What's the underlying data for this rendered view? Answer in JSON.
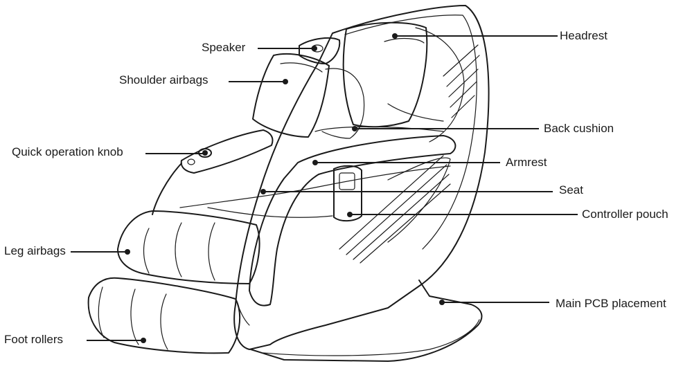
{
  "labels": {
    "speaker": "Speaker",
    "shoulder_airbags": "Shoulder airbags",
    "quick_operation_knob": "Quick operation knob",
    "leg_airbags": "Leg airbags",
    "foot_rollers": "Foot rollers",
    "headrest": "Headrest",
    "back_cushion": "Back cushion",
    "armrest": "Armrest",
    "seat": "Seat",
    "controller_pouch": "Controller pouch",
    "main_pcb_placement": "Main PCB placement"
  }
}
